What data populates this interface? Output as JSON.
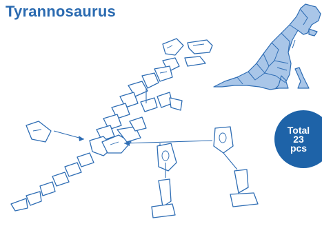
{
  "title": "Tyrannosaurus",
  "badge": {
    "line1": "Total",
    "line2": "23",
    "line3": "pcs"
  },
  "colors": {
    "title": "#2a6ab0",
    "outline": "#2e6db4",
    "fill": "#a9c6e8",
    "badge": "#1e63a8"
  }
}
